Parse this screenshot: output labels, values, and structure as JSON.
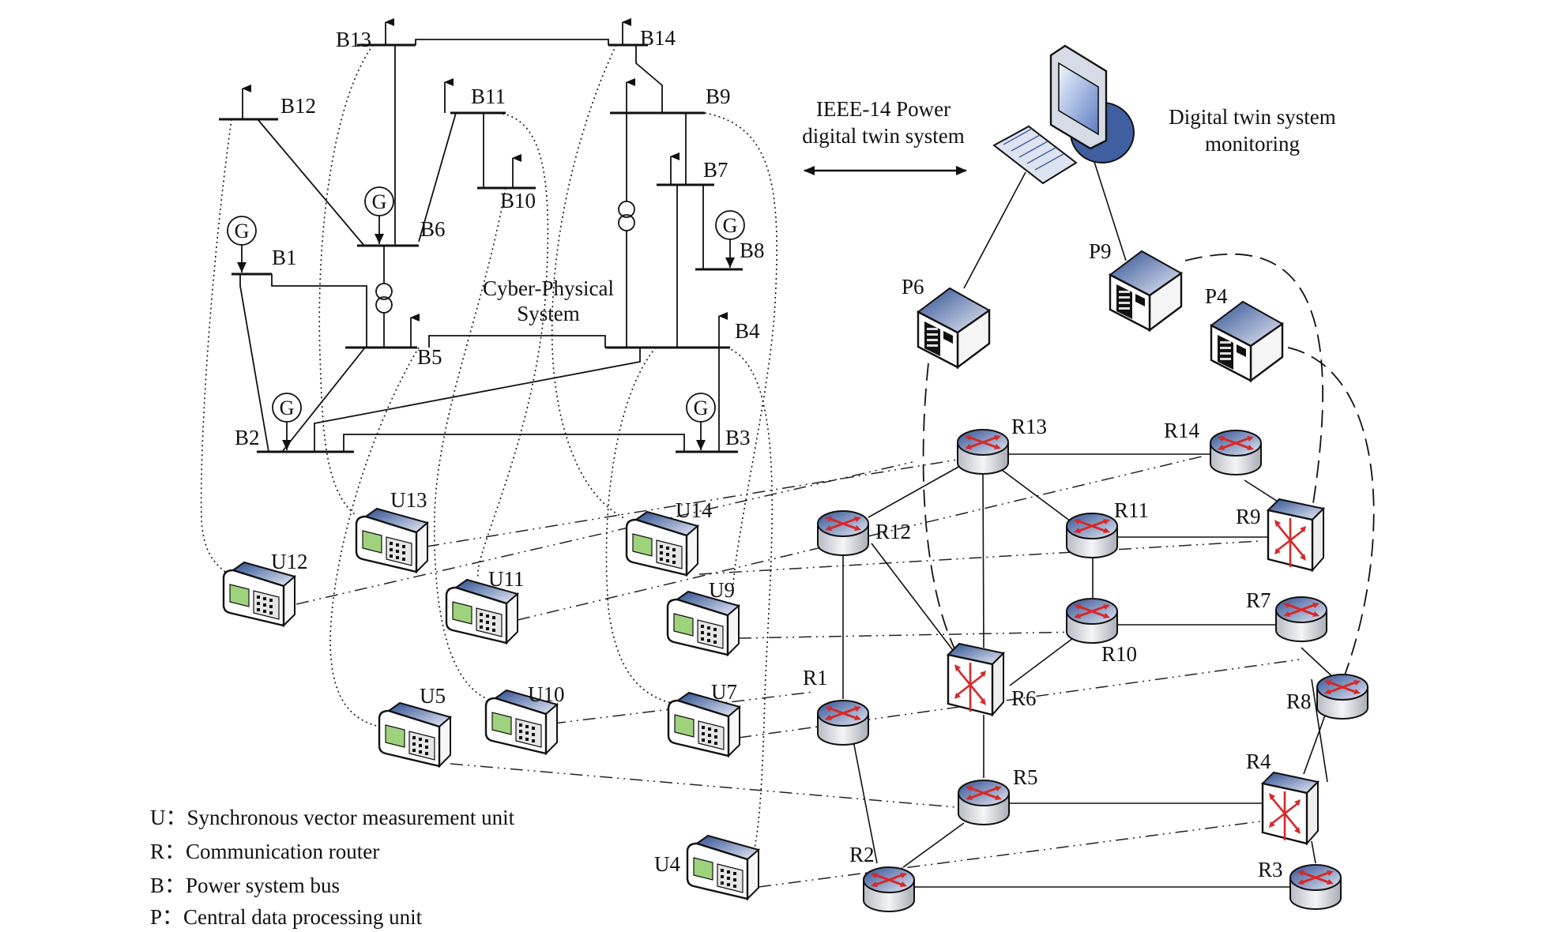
{
  "buses": [
    {
      "id": "B1",
      "label": "B1"
    },
    {
      "id": "B2",
      "label": "B2"
    },
    {
      "id": "B3",
      "label": "B3"
    },
    {
      "id": "B4",
      "label": "B4"
    },
    {
      "id": "B5",
      "label": "B5"
    },
    {
      "id": "B6",
      "label": "B6"
    },
    {
      "id": "B7",
      "label": "B7"
    },
    {
      "id": "B8",
      "label": "B8"
    },
    {
      "id": "B9",
      "label": "B9"
    },
    {
      "id": "B10",
      "label": "B10"
    },
    {
      "id": "B11",
      "label": "B11"
    },
    {
      "id": "B12",
      "label": "B12"
    },
    {
      "id": "B13",
      "label": "B13"
    },
    {
      "id": "B14",
      "label": "B14"
    }
  ],
  "generator_symbol": "G",
  "pmus": [
    {
      "id": "U4",
      "label": "U4"
    },
    {
      "id": "U5",
      "label": "U5"
    },
    {
      "id": "U7",
      "label": "U7"
    },
    {
      "id": "U9",
      "label": "U9"
    },
    {
      "id": "U10",
      "label": "U10"
    },
    {
      "id": "U11",
      "label": "U11"
    },
    {
      "id": "U12",
      "label": "U12"
    },
    {
      "id": "U13",
      "label": "U13"
    },
    {
      "id": "U14",
      "label": "U14"
    }
  ],
  "routers": [
    {
      "id": "R1",
      "label": "R1",
      "kind": "router"
    },
    {
      "id": "R2",
      "label": "R2",
      "kind": "router"
    },
    {
      "id": "R3",
      "label": "R3",
      "kind": "router"
    },
    {
      "id": "R4",
      "label": "R4",
      "kind": "switch"
    },
    {
      "id": "R5",
      "label": "R5",
      "kind": "router"
    },
    {
      "id": "R6",
      "label": "R6",
      "kind": "switch"
    },
    {
      "id": "R7",
      "label": "R7",
      "kind": "router"
    },
    {
      "id": "R8",
      "label": "R8",
      "kind": "router"
    },
    {
      "id": "R9",
      "label": "R9",
      "kind": "switch"
    },
    {
      "id": "R10",
      "label": "R10",
      "kind": "router"
    },
    {
      "id": "R11",
      "label": "R11",
      "kind": "router"
    },
    {
      "id": "R12",
      "label": "R12",
      "kind": "router"
    },
    {
      "id": "R13",
      "label": "R13",
      "kind": "router"
    },
    {
      "id": "R14",
      "label": "R14",
      "kind": "router"
    }
  ],
  "servers": [
    {
      "id": "P4",
      "label": "P4"
    },
    {
      "id": "P6",
      "label": "P6"
    },
    {
      "id": "P9",
      "label": "P9"
    }
  ],
  "captions": {
    "cps_line1": "Cyber-Physical",
    "cps_line2": "System",
    "twin_line1": "IEEE-14 Power",
    "twin_line2": "digital twin system",
    "monitor_line1": "Digital twin system",
    "monitor_line2": "monitoring"
  },
  "legend": [
    {
      "key": "U",
      "text": "U：Synchronous vector measurement unit"
    },
    {
      "key": "R",
      "text": "R：Communication router"
    },
    {
      "key": "B",
      "text": "B：Power system bus"
    },
    {
      "key": "P",
      "text": "P：Central data processing unit"
    }
  ],
  "colors": {
    "line": "#111111",
    "device_blue": "#3f5fa0",
    "router_arrow": "#d42a2a"
  }
}
